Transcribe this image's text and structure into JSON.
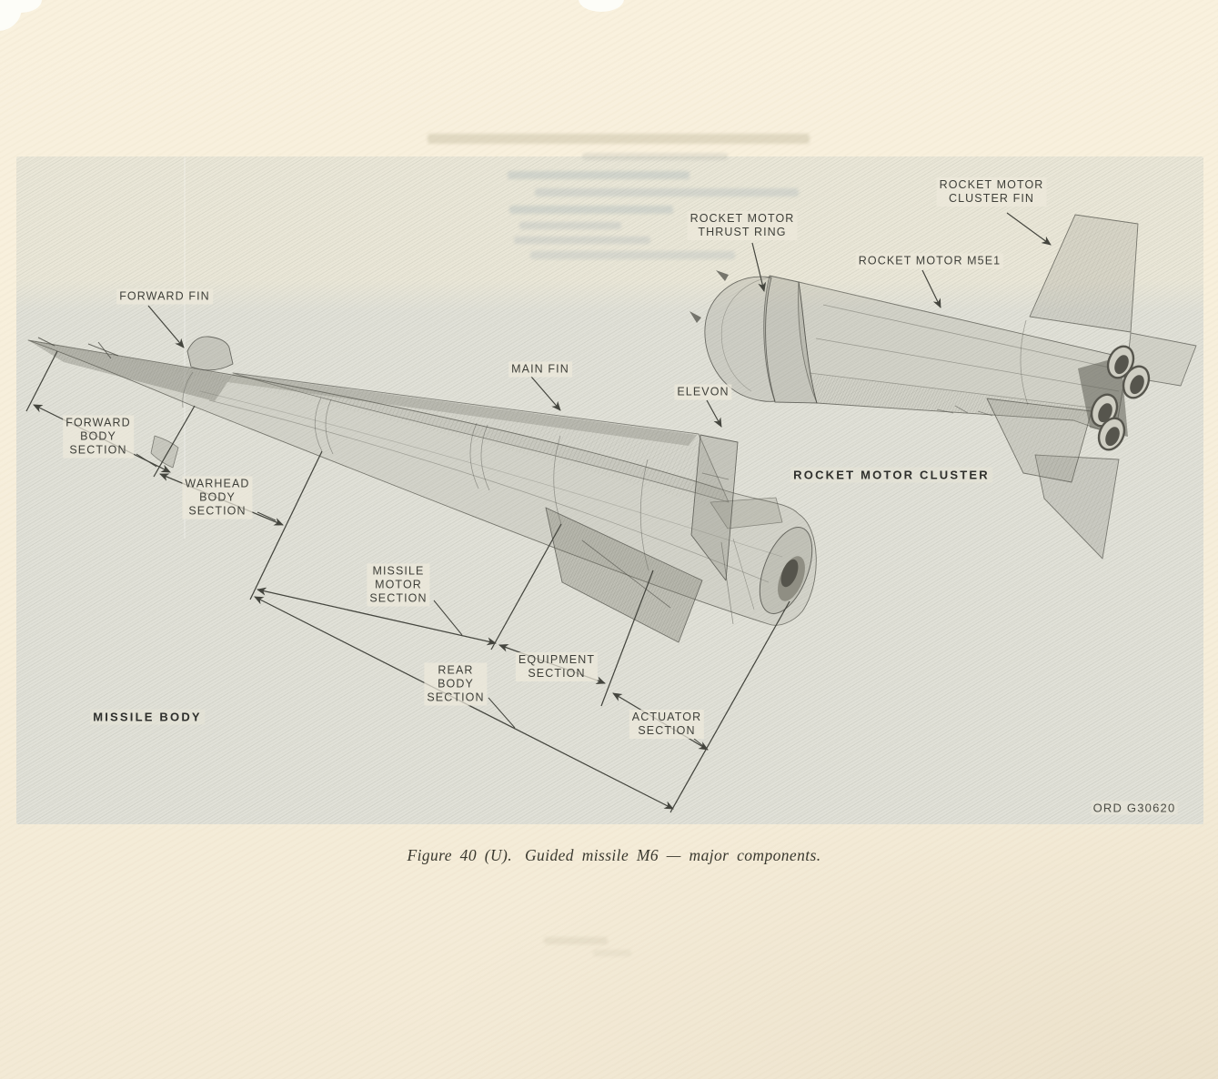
{
  "figure": {
    "caption_lead": "Figure 40 (U).",
    "caption_rest": "Guided missile M6 — major components.",
    "ord_number": "ORD G30620"
  },
  "missile_body": {
    "name": "MISSILE BODY",
    "part_labels": {
      "forward_fin": "FORWARD FIN",
      "main_fin": "MAIN FIN",
      "elevon": "ELEVON"
    },
    "sections": {
      "forward_body": [
        "FORWARD",
        "BODY",
        "SECTION"
      ],
      "warhead_body": [
        "WARHEAD",
        "BODY",
        "SECTION"
      ],
      "missile_motor": [
        "MISSILE",
        "MOTOR",
        "SECTION"
      ],
      "rear_body": [
        "REAR",
        "BODY",
        "SECTION"
      ],
      "equipment": [
        "EQUIPMENT",
        "SECTION"
      ],
      "actuator": [
        "ACTUATOR",
        "SECTION"
      ]
    }
  },
  "rocket_motor_cluster": {
    "name": "ROCKET MOTOR CLUSTER",
    "part_labels": {
      "thrust_ring": [
        "ROCKET MOTOR",
        "THRUST RING"
      ],
      "motor": "ROCKET MOTOR M5E1",
      "cluster_fin": [
        "ROCKET MOTOR",
        "CLUSTER FIN"
      ]
    }
  },
  "colors": {
    "paper": "#f6eedb",
    "paper_top": "#f9f1de",
    "photo": "#e1e1d8",
    "photo_band": "#eae7d8",
    "ink": "#3e3f39",
    "pencil": "#5c5c55",
    "label_bg": "rgba(237,233,219,0.72)"
  }
}
